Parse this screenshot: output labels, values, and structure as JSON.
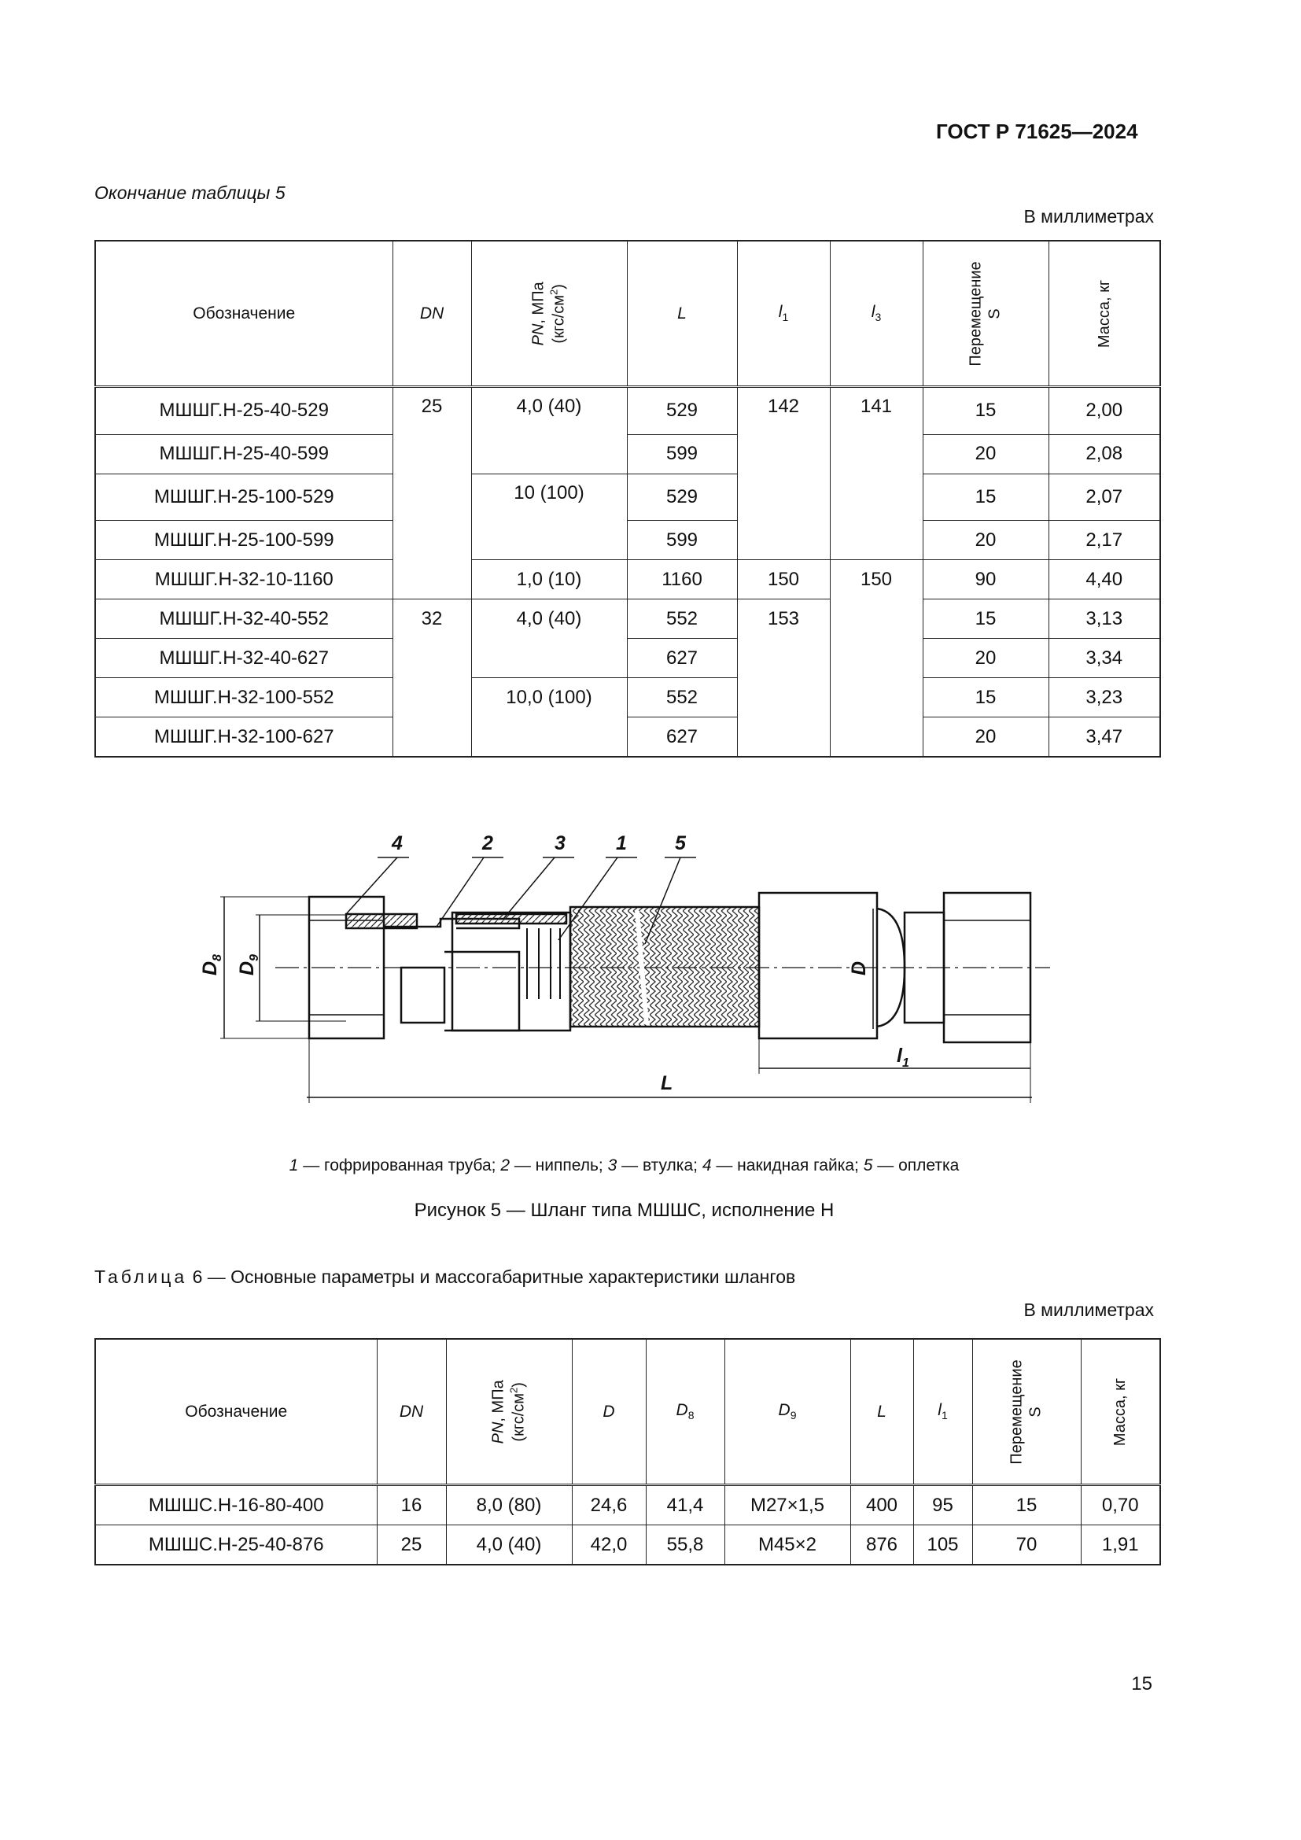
{
  "header": {
    "standard": "ГОСТ Р 71625—2024"
  },
  "table5": {
    "continuation": "Окончание таблицы 5",
    "units": "В миллиметрах",
    "headers": {
      "designation": "Обозначение",
      "dn": "DN",
      "pn_main": "PN",
      "pn_unit": ", МПа",
      "pn_sub": "(кгс/см",
      "pn_sup": "2",
      "pn_end": ")",
      "L": "L",
      "l1": "l",
      "l1_sub": "1",
      "l3": "l",
      "l3_sub": "3",
      "move": "Перемещение",
      "move_s": "S",
      "mass": "Масса, кг"
    },
    "rows": [
      {
        "name": "МШШГ.Н-25-40-529",
        "dn": "25",
        "pn": "4,0 (40)",
        "L": "529",
        "l1": "142",
        "l3": "141",
        "s": "15",
        "m": "2,00"
      },
      {
        "name": "МШШГ.Н-25-40-599",
        "L": "599",
        "s": "20",
        "m": "2,08"
      },
      {
        "name": "МШШГ.Н-25-100-529",
        "pn": "10 (100)",
        "L": "529",
        "s": "15",
        "m": "2,07"
      },
      {
        "name": "МШШГ.Н-25-100-599",
        "L": "599",
        "s": "20",
        "m": "2,17"
      },
      {
        "name": "МШШГ.Н-32-10-1160",
        "pn": "1,0 (10)",
        "L": "1160",
        "l1": "150",
        "l3": "150",
        "s": "90",
        "m": "4,40"
      },
      {
        "name": "МШШГ.Н-32-40-552",
        "dn": "32",
        "pn": "4,0 (40)",
        "L": "552",
        "l1": "153",
        "s": "15",
        "m": "3,13"
      },
      {
        "name": "МШШГ.Н-32-40-627",
        "L": "627",
        "s": "20",
        "m": "3,34"
      },
      {
        "name": "МШШГ.Н-32-100-552",
        "pn": "10,0 (100)",
        "L": "552",
        "s": "15",
        "m": "3,23"
      },
      {
        "name": "МШШГ.Н-32-100-627",
        "L": "627",
        "s": "20",
        "m": "3,47"
      }
    ]
  },
  "figure": {
    "callouts": [
      "4",
      "2",
      "3",
      "1",
      "5"
    ],
    "dims": {
      "D8": "D",
      "D8_sub": "8",
      "D9": "D",
      "D9_sub": "9",
      "D": "D",
      "l1": "l",
      "l1_sub": "1",
      "L": "L"
    },
    "legend": {
      "n1": "1",
      "t1": " — гофрированная труба; ",
      "n2": "2",
      "t2": " — ниппель; ",
      "n3": "3",
      "t3": " — втулка; ",
      "n4": "4",
      "t4": " — накидная гайка; ",
      "n5": "5",
      "t5": " — оплетка"
    },
    "caption": "Рисунок 5 — Шланг типа МШШС, исполнение Н"
  },
  "table6": {
    "title_spaced": "Таблица",
    "title_rest": " 6 — Основные параметры и массогабаритные характеристики шлангов",
    "units": "В миллиметрах",
    "headers": {
      "designation": "Обозначение",
      "dn": "DN",
      "D": "D",
      "D8": "D",
      "D8_sub": "8",
      "D9": "D",
      "D9_sub": "9",
      "L": "L",
      "l1": "l",
      "l1_sub": "1",
      "move": "Перемещение",
      "move_s": "S",
      "mass": "Масса, кг"
    },
    "rows": [
      {
        "name": "МШШС.Н-16-80-400",
        "dn": "16",
        "pn": "8,0 (80)",
        "D": "24,6",
        "D8": "41,4",
        "D9": "M27×1,5",
        "L": "400",
        "l1": "95",
        "s": "15",
        "m": "0,70"
      },
      {
        "name": "МШШС.Н-25-40-876",
        "dn": "25",
        "pn": "4,0 (40)",
        "D": "42,0",
        "D8": "55,8",
        "D9": "M45×2",
        "L": "876",
        "l1": "105",
        "s": "70",
        "m": "1,91"
      }
    ]
  },
  "page_number": "15"
}
